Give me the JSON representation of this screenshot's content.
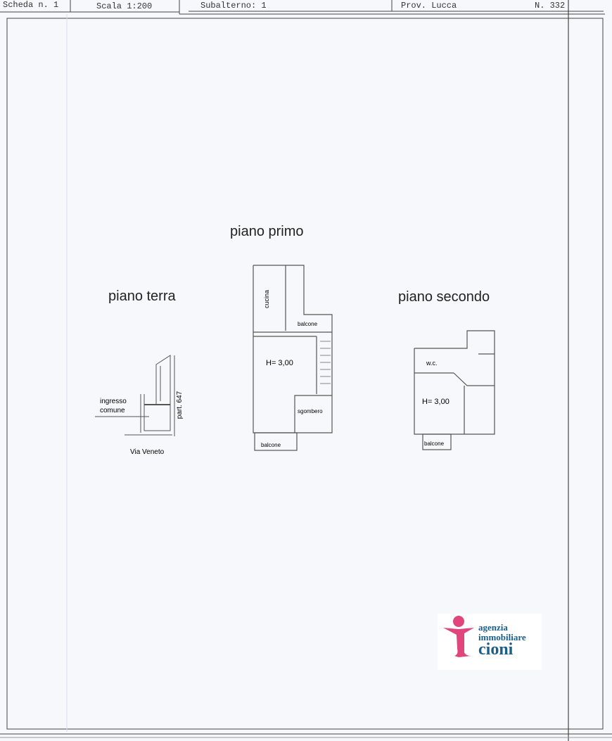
{
  "header": {
    "scheda": "Scheda n. 1",
    "scala": "Scala 1:200",
    "subalterno": "Subalterno: 1",
    "provincia": "Prov. Lucca",
    "numero": "N. 332"
  },
  "floors": {
    "terra": {
      "title": "piano terra",
      "ingresso": "ingresso",
      "comune": "comune",
      "street": "Via Veneto",
      "particella": "part. 647"
    },
    "primo": {
      "title": "piano primo",
      "cucina": "cucina",
      "balcone_top": "balcone",
      "height": "H= 3,00",
      "sgombero": "sgombero",
      "balcone_bottom": "balcone"
    },
    "secondo": {
      "title": "piano secondo",
      "wc": "w.c.",
      "height": "H= 3,00",
      "balcone": "balcone"
    }
  },
  "logo": {
    "line1": "agenzia",
    "line2": "immobiliare",
    "line3": "cioni",
    "colors": {
      "pink": "#e0457b",
      "blue": "#1a5f8a"
    }
  }
}
